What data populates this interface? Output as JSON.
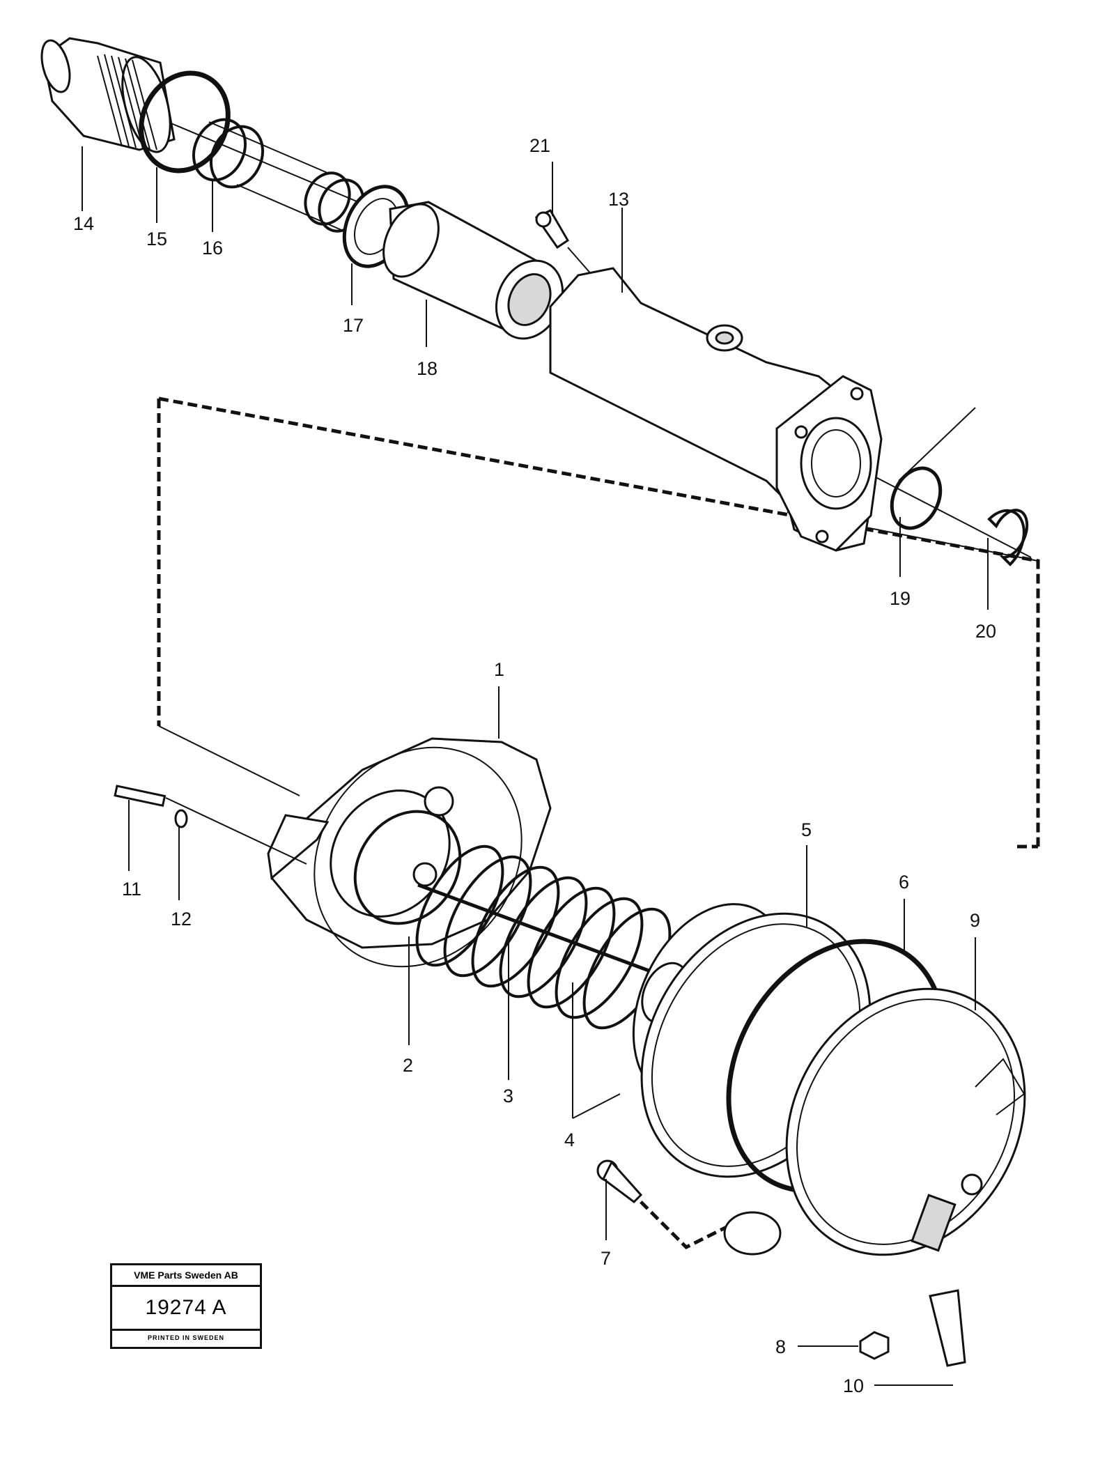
{
  "stamp": {
    "company": "VME Parts Sweden AB",
    "drawing_number": "19274 A",
    "printed": "PRINTED IN SWEDEN"
  },
  "callouts": {
    "c1": "1",
    "c2": "2",
    "c3": "3",
    "c4": "4",
    "c5": "5",
    "c6": "6",
    "c7": "7",
    "c8": "8",
    "c9": "9",
    "c10": "10",
    "c11": "11",
    "c12": "12",
    "c13": "13",
    "c14": "14",
    "c15": "15",
    "c16": "16",
    "c17": "17",
    "c18": "18",
    "c19": "19",
    "c20": "20",
    "c21": "21"
  }
}
